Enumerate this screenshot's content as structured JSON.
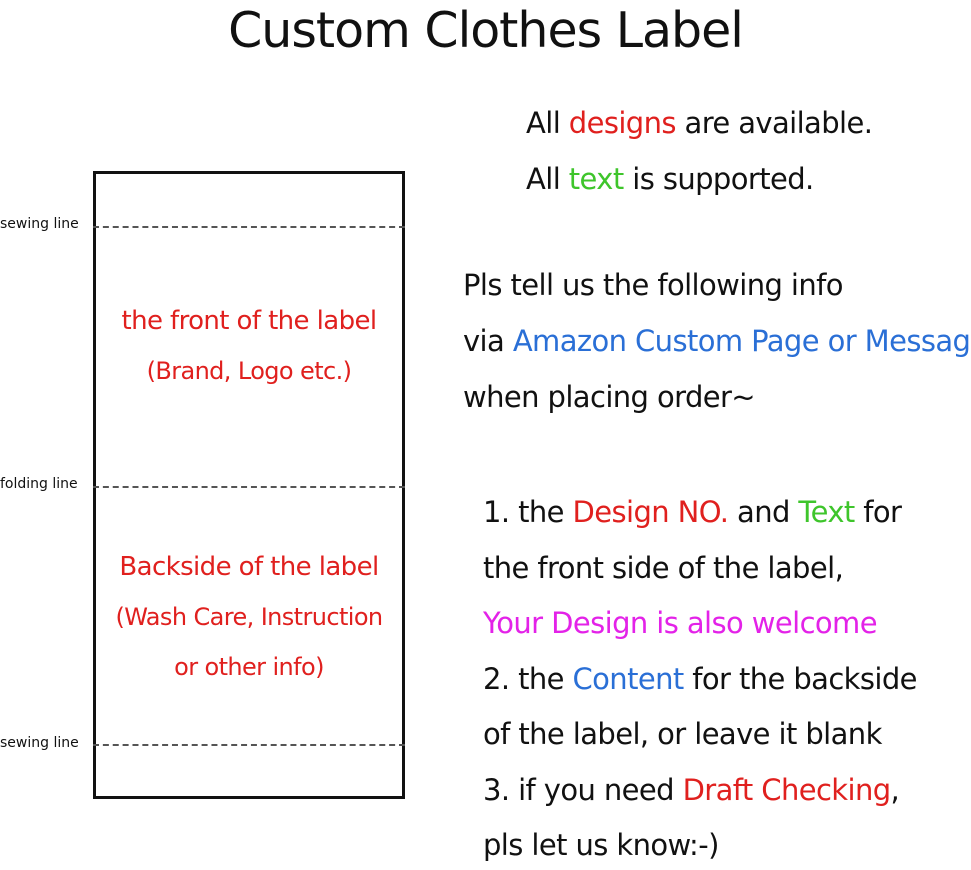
{
  "title": "Custom Clothes Label",
  "diagram": {
    "lines": {
      "sewing_top": "sewing line",
      "folding": "folding line",
      "sewing_bottom": "sewing line"
    },
    "front": {
      "line1": "the front of the label",
      "line2": "(Brand, Logo etc.)"
    },
    "back": {
      "line1": "Backside of the label",
      "line2": "(Wash Care, Instruction",
      "line3": "or other info)"
    }
  },
  "availability": {
    "line1": {
      "a": "All ",
      "b": "designs",
      "c": " are available."
    },
    "line2": {
      "a": "All ",
      "b": "text",
      "c": " is supported."
    }
  },
  "request": {
    "line1": "Pls tell us the following info",
    "line2": {
      "a": "via ",
      "b": "Amazon Custom Page or Message"
    },
    "line3": "when placing order~"
  },
  "steps": {
    "s1": {
      "a": "1. the ",
      "b": "Design NO.",
      "c": " and ",
      "d": "Text",
      "e": " for"
    },
    "s1b": "the front side of the label,",
    "s1c": "Your Design is also welcome",
    "s2": {
      "a": "2. the ",
      "b": "Content",
      "c": " for the backside"
    },
    "s2b": "of the label, or leave it blank",
    "s3": {
      "a": "3. if you need ",
      "b": "Draft Checking",
      "c": ","
    },
    "s3b": "pls let us know:-)"
  },
  "colors": {
    "red": "#e0201e",
    "green": "#3ec52b",
    "blue": "#2a6fd6",
    "magenta": "#e322e8"
  }
}
